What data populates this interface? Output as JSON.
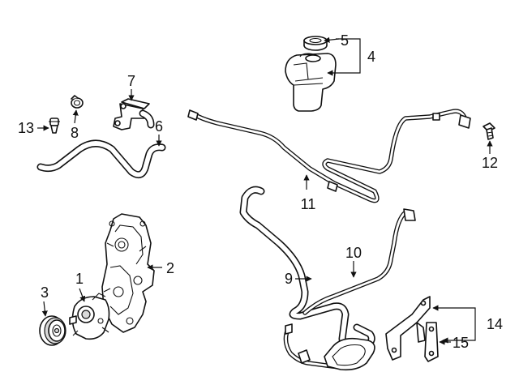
{
  "diagram": {
    "callouts": [
      {
        "id": "1",
        "text": "1"
      },
      {
        "id": "2",
        "text": "2"
      },
      {
        "id": "3",
        "text": "3"
      },
      {
        "id": "4",
        "text": "4"
      },
      {
        "id": "5",
        "text": "5"
      },
      {
        "id": "6",
        "text": "6"
      },
      {
        "id": "7",
        "text": "7"
      },
      {
        "id": "8",
        "text": "8"
      },
      {
        "id": "9",
        "text": "9"
      },
      {
        "id": "10",
        "text": "10"
      },
      {
        "id": "11",
        "text": "11"
      },
      {
        "id": "12",
        "text": "12"
      },
      {
        "id": "13",
        "text": "13"
      },
      {
        "id": "14",
        "text": "14"
      },
      {
        "id": "15",
        "text": "15"
      }
    ],
    "colors": {
      "ink": "#111111",
      "paper": "#ffffff",
      "shade": "#d9d9d9"
    }
  }
}
